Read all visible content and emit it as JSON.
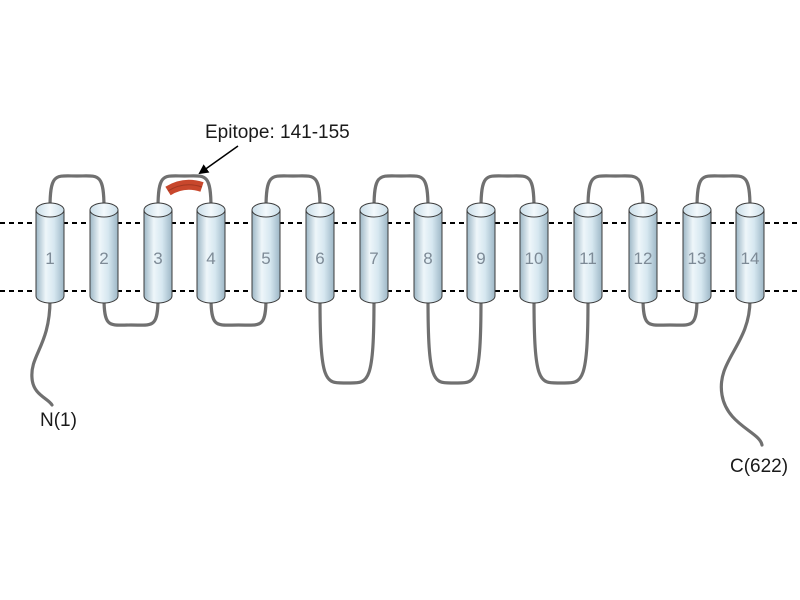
{
  "helices": [
    "1",
    "2",
    "3",
    "4",
    "5",
    "6",
    "7",
    "8",
    "9",
    "10",
    "11",
    "12",
    "13",
    "14"
  ],
  "epitope_label": "Epitope: 141-155",
  "n_terminus_label": "N(1)",
  "c_terminus_label": "C(622)",
  "colors": {
    "membrane_line": "#000000",
    "loop": "#707070",
    "helix_light": "#eef6fa",
    "helix_mid": "#cfe3ee",
    "helix_dark": "#9db7c6",
    "helix_stroke": "#3c3c3c",
    "epitope": "#c8472c"
  }
}
